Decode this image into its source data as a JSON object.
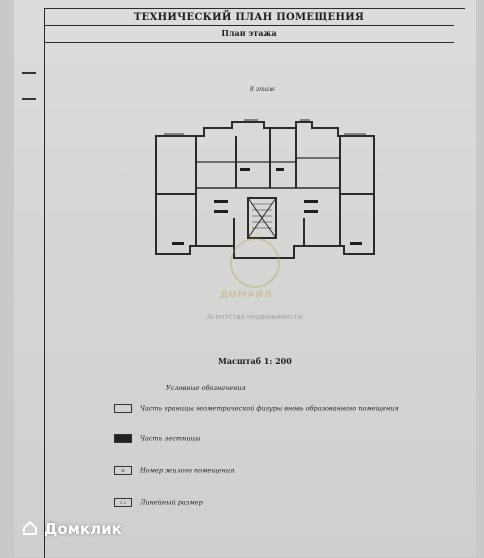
{
  "header": {
    "title": "ТЕХНИЧЕСКИЙ ПЛАН ПОМЕЩЕНИЯ",
    "subtitle": "План этажа"
  },
  "floor_label": "8 этаж",
  "watermark": {
    "brand": "ДОМАЙЛ",
    "subtitle": "Агентство недвижимости"
  },
  "scale": "Масштаб 1: 200",
  "legend": {
    "title": "Условные обозначения",
    "items": [
      {
        "symbol_text": "",
        "label": "Часть границы геометрической фигуры вновь образованного помещения"
      },
      {
        "symbol_text": "",
        "label": "Часть лестницы"
      },
      {
        "symbol_text": "№",
        "label": "Номер жилого помещения"
      },
      {
        "symbol_text": "1.2",
        "label": "Линейный размер"
      }
    ]
  },
  "brand_overlay": "Домклик",
  "icons": [
    "domklik-house-icon"
  ]
}
